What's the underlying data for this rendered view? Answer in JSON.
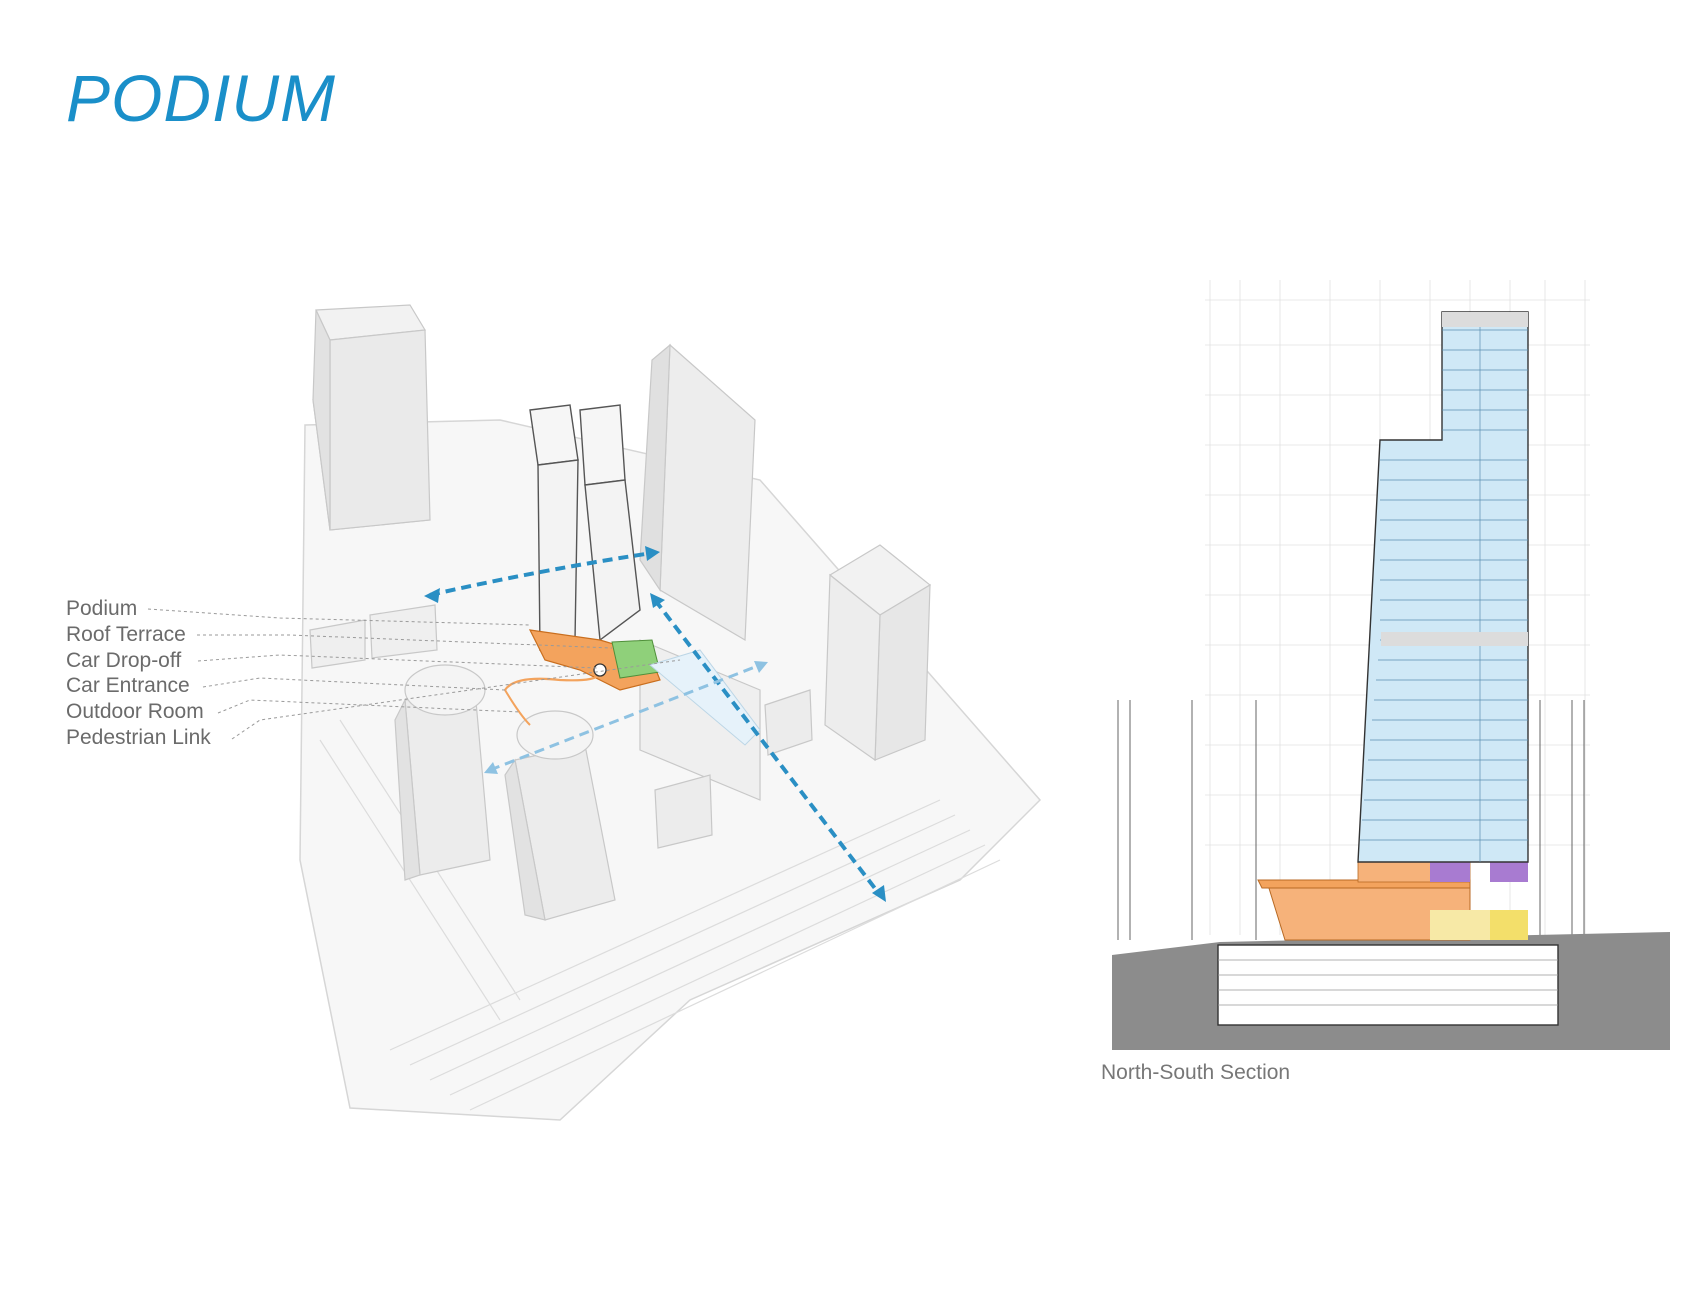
{
  "title": "PODIUM",
  "legend": {
    "items": [
      "Podium",
      "Roof Terrace",
      "Car Drop-off",
      "Car Entrance",
      "Outdoor Room",
      "Pedestrian Link"
    ]
  },
  "section_caption": "North-South Section",
  "colors": {
    "title": "#1a8fc9",
    "arrow": "#2a8fc4",
    "podium": "#f3a35d",
    "roof_terrace": "#8fd07a",
    "tower_glass": "#cfe8f6",
    "ground": "#8c8c8c",
    "purple": "#a87bd1",
    "yellow": "#f3df6a"
  }
}
